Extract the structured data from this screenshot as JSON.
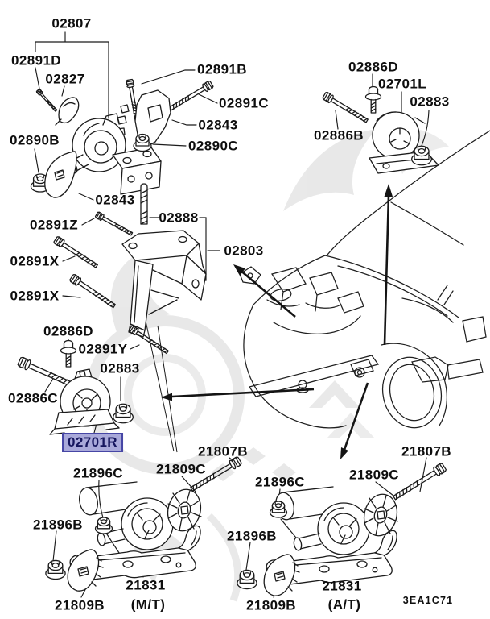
{
  "diagram": {
    "code": "3EA1C71",
    "highlighted_part": "02701R",
    "highlight_fill": "#a9a9da",
    "highlight_border": "#4646a5",
    "line_color": "#1b1b1b"
  },
  "labels": {
    "l02807": "02807",
    "l02891D": "02891D",
    "l02827": "02827",
    "l02891B": "02891B",
    "l02891C": "02891C",
    "l02843a": "02843",
    "l02890C": "02890C",
    "l02890B": "02890B",
    "l02843b": "02843",
    "l02888": "02888",
    "l02891Z": "02891Z",
    "l02803": "02803",
    "l02891X1": "02891X",
    "l02891X2": "02891X",
    "l02886D_L": "02886D",
    "l02891Y": "02891Y",
    "l02883_L": "02883",
    "l02886C": "02886C",
    "l02701R": "02701R",
    "l02886D_R": "02886D",
    "l02701L": "02701L",
    "l02883_R": "02883",
    "l02886B": "02886B",
    "l21807B_L": "21807B",
    "l21896C_L": "21896C",
    "l21809C_L": "21809C",
    "l21896C_R": "21896C",
    "l21809C_R": "21809C",
    "l21807B_R": "21807B",
    "l21896B_L": "21896B",
    "l21896B_R": "21896B",
    "l21831_L": "21831",
    "lMT": "(M/T)",
    "l21809B_L": "21809B",
    "l21809B_R": "21809B",
    "l21831_R": "21831",
    "lAT": "(A/T)"
  }
}
